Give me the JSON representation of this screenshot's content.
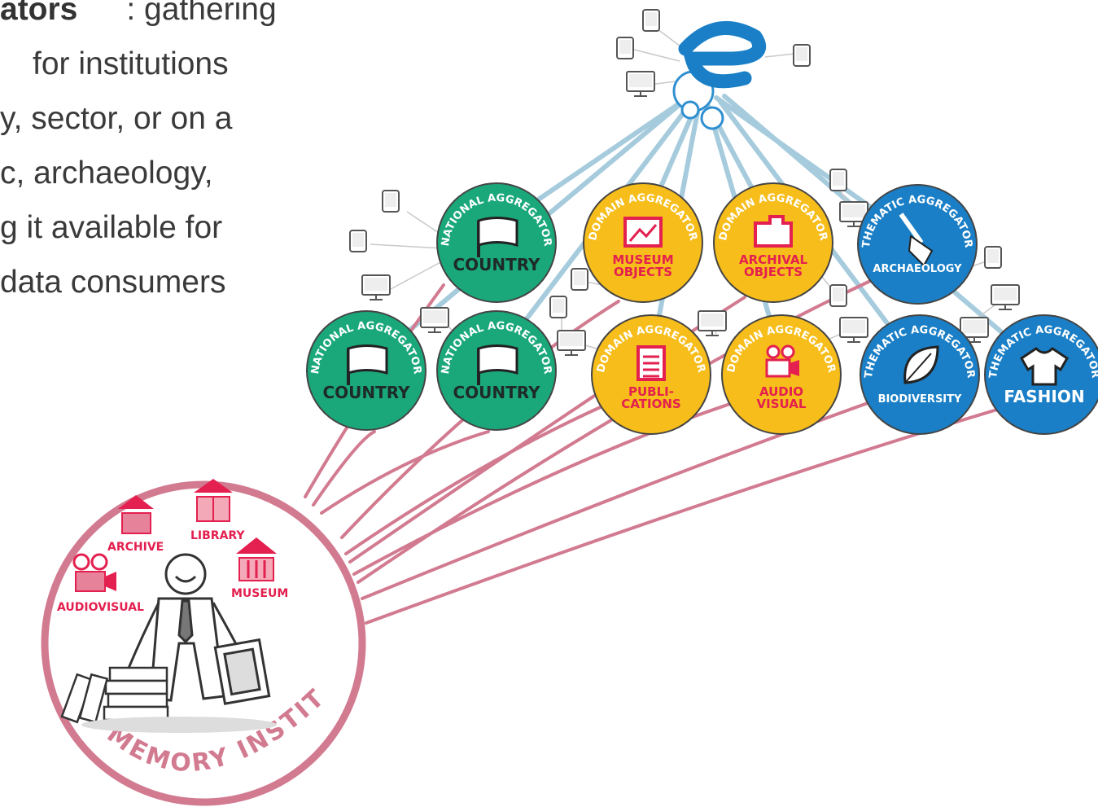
{
  "intro": {
    "line1_bold": "ators",
    "line1_rest": ": gathering",
    "line2": "for institutions",
    "line3": "y, sector, or on a",
    "line4": "c, archaeology,",
    "line5": "g it available for",
    "line6": "data consumers"
  },
  "aggregators": [
    {
      "kind": "National Aggregator",
      "label": "COUNTRY",
      "icon": "flag-icon"
    },
    {
      "kind": "Domain Aggregator",
      "label": "MUSEUM OBJECTS",
      "icon": "picture-icon"
    },
    {
      "kind": "Domain Aggregator",
      "label": "ARCHIVAL OBJECTS",
      "icon": "folder-icon"
    },
    {
      "kind": "Thematic Aggregator",
      "label": "ARCHAEOLOGY",
      "icon": "shovel-icon"
    },
    {
      "kind": "National Aggregator",
      "label": "COUNTRY",
      "icon": "flag-icon"
    },
    {
      "kind": "National Aggregator",
      "label": "COUNTRY",
      "icon": "flag-icon"
    },
    {
      "kind": "Domain Aggregator",
      "label": "PUBLI-CATIONS",
      "icon": "document-icon"
    },
    {
      "kind": "Domain Aggregator",
      "label": "AUDIO VISUAL",
      "icon": "camera-icon"
    },
    {
      "kind": "Thematic Aggregator",
      "label": "BIODIVERSITY",
      "icon": "leaf-icon"
    },
    {
      "kind": "Thematic Aggregator",
      "label": "FASHION",
      "icon": "shirt-icon"
    }
  ],
  "memory": {
    "title": "MEMORY INSTITUTIONS",
    "archive": "ARCHIVE",
    "library": "LIBRARY",
    "museum": "MUSEUM",
    "audiovisual": "AUDIOVISUAL"
  },
  "colors": {
    "national": "#1aa87a",
    "domain": "#f7bd1a",
    "thematic": "#1a7fc6",
    "pink": "#d27a90",
    "blueLine": "#9cc6da",
    "red": "#e3204f"
  }
}
